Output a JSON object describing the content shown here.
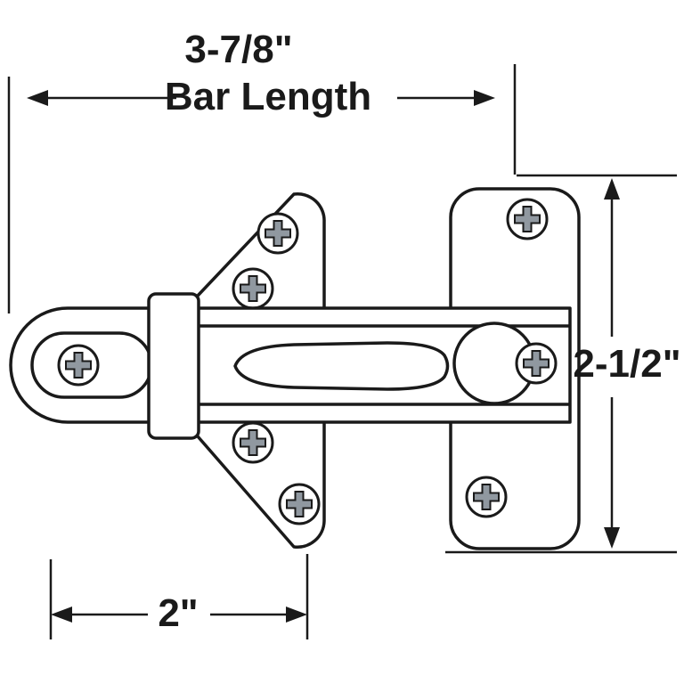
{
  "labels": {
    "bar_length_value": "3-7/8\"",
    "bar_length_caption": "Bar Length",
    "height_value": "2-1/2\"",
    "width_value": "2\""
  },
  "colors": {
    "background": "#ffffff",
    "line": "#1a1a1a",
    "screw_cross": "#9098a0"
  }
}
